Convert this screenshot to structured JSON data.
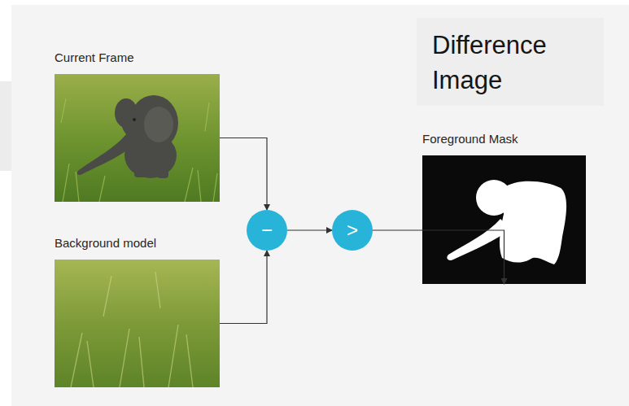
{
  "diagram": {
    "nodes": [
      {
        "text": [
          "Current Frame"
        ]
      },
      {
        "text": [
          "Background model"
        ]
      },
      {
        "text": [
          "−"
        ]
      },
      {
        "text": [
          ">"
        ]
      },
      {
        "text": [
          "Foreground Mask"
        ]
      },
      {
        "text": [
          "Difference Image"
        ]
      }
    ],
    "edges": [
      {
        "from": 0,
        "to": 2,
        "arrow": "to"
      },
      {
        "from": 1,
        "to": 2,
        "arrow": "to"
      },
      {
        "from": 2,
        "to": 3,
        "arrow": "to"
      },
      {
        "from": 3,
        "to": 4,
        "arrow": "to"
      }
    ]
  }
}
